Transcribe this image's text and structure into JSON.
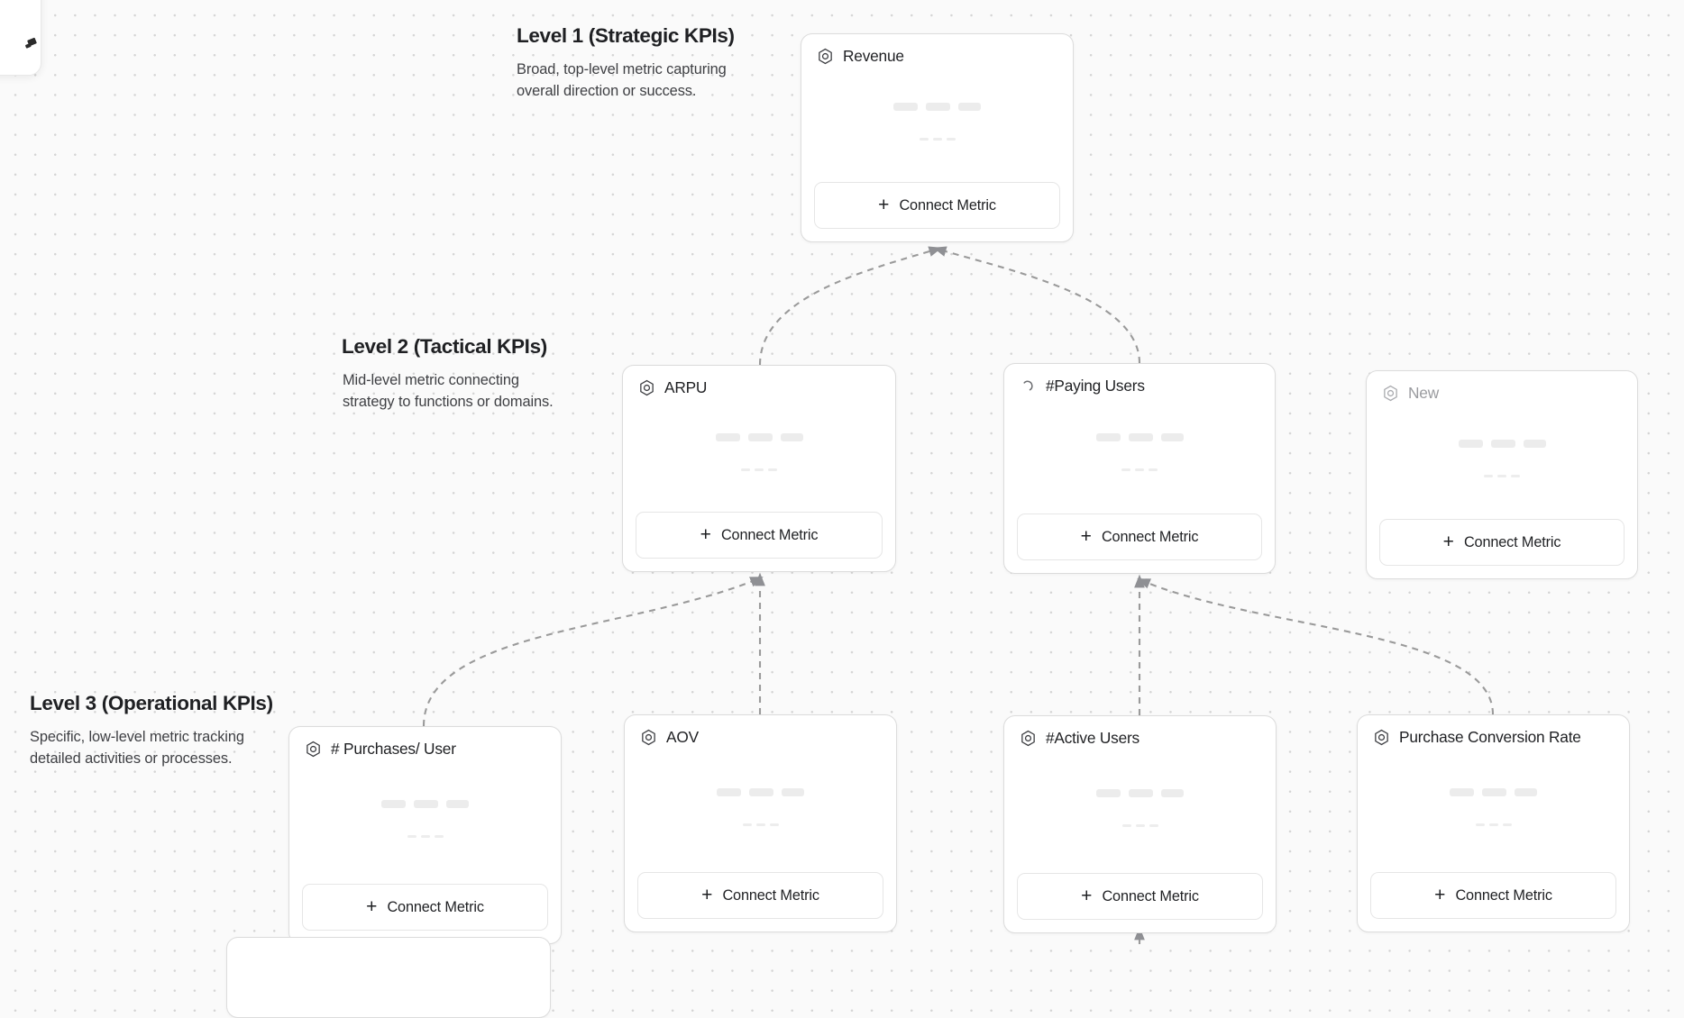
{
  "app": {
    "canvas_background": "#fafafa",
    "dot_color": "#d4d4d4",
    "edge_color": "#9a9a9a",
    "card_border": "#dcdcdc",
    "text_color": "#1f2023",
    "muted_text_color": "#9a9b9f",
    "skeleton_color": "#ececec"
  },
  "levels": [
    {
      "id": "level-1",
      "title": "Level 1 (Strategic KPIs)",
      "desc_line1": "Broad, top-level metric capturing",
      "desc_line2": "overall direction or success."
    },
    {
      "id": "level-2",
      "title": "Level 2 (Tactical KPIs)",
      "desc_line1": "Mid-level metric connecting",
      "desc_line2": "strategy to functions or domains."
    },
    {
      "id": "level-3",
      "title": "Level 3 (Operational KPIs)",
      "desc_line1": "Specific, low-level metric tracking",
      "desc_line2": "detailed activities or processes."
    }
  ],
  "cards": [
    {
      "id": "card-revenue",
      "title": "Revenue",
      "icon": "hexagon-target-icon",
      "muted": false,
      "connect_label": "Connect Metric",
      "level": 1
    },
    {
      "id": "card-arpu",
      "title": "ARPU",
      "icon": "hexagon-target-icon",
      "muted": false,
      "connect_label": "Connect Metric",
      "level": 2
    },
    {
      "id": "card-paying-users",
      "title": "#Paying Users",
      "icon": "loading-spinner-icon",
      "muted": false,
      "connect_label": "Connect Metric",
      "level": 2
    },
    {
      "id": "card-new",
      "title": "New",
      "icon": "hexagon-target-icon",
      "muted": true,
      "connect_label": "Connect Metric",
      "level": 2
    },
    {
      "id": "card-purchases",
      "title": "# Purchases/ User",
      "icon": "hexagon-target-icon",
      "muted": false,
      "connect_label": "Connect Metric",
      "level": 3
    },
    {
      "id": "card-aov",
      "title": "AOV",
      "icon": "hexagon-target-icon",
      "muted": false,
      "connect_label": "Connect Metric",
      "level": 3
    },
    {
      "id": "card-active-users",
      "title": "#Active Users",
      "icon": "hexagon-target-icon",
      "muted": false,
      "connect_label": "Connect Metric",
      "level": 3
    },
    {
      "id": "card-pcr",
      "title": "Purchase Conversion Rate",
      "icon": "hexagon-target-icon",
      "muted": false,
      "connect_label": "Connect Metric",
      "level": 3
    }
  ],
  "edges": [
    {
      "from": "card-arpu",
      "to": "card-revenue"
    },
    {
      "from": "card-paying-users",
      "to": "card-revenue"
    },
    {
      "from": "card-purchases",
      "to": "card-arpu"
    },
    {
      "from": "card-aov",
      "to": "card-arpu"
    },
    {
      "from": "card-active-users",
      "to": "card-paying-users"
    },
    {
      "from": "card-pcr",
      "to": "card-paying-users"
    },
    {
      "from": "card-partial-bottom",
      "to": "card-active-users"
    }
  ]
}
